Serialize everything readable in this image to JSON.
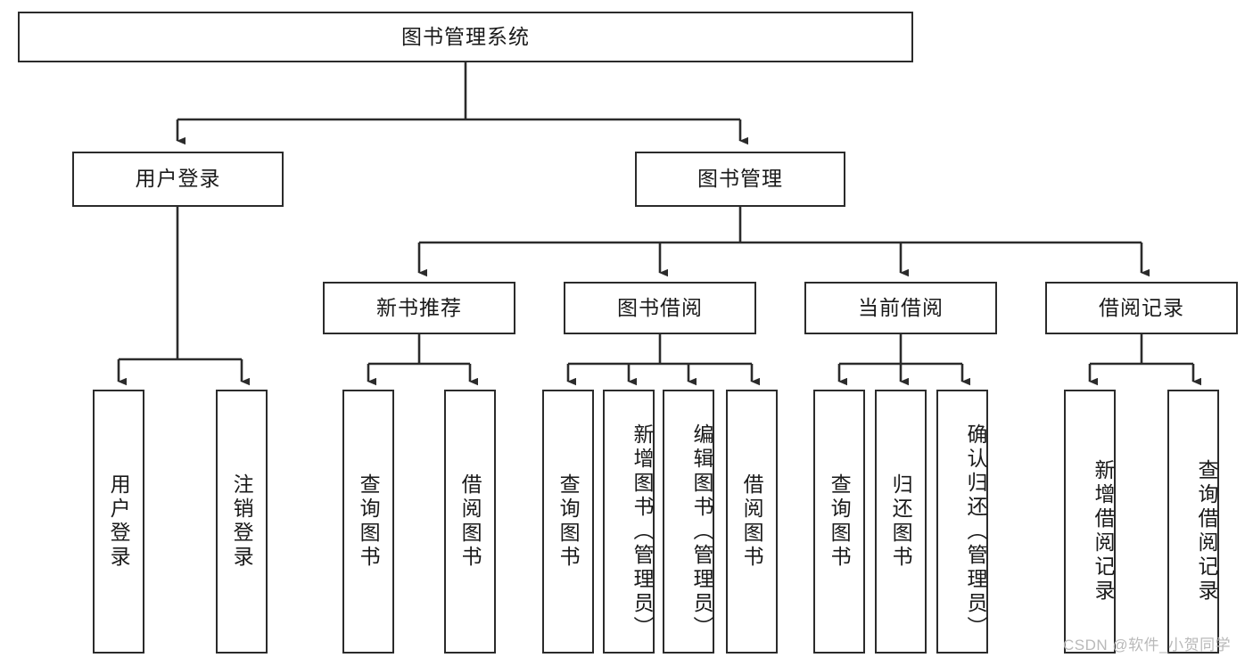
{
  "diagram": {
    "kind": "tree-hierarchy-chart",
    "title": "图书管理系统",
    "watermark": "CSDN @软件_小贺同学",
    "colors": {
      "background": "#ffffff",
      "node_border": "#2b2b2b",
      "node_fill": "#ffffff",
      "edge": "#2b2b2b",
      "text": "#1a1a1a",
      "watermark": "#b9b9b9"
    },
    "nodes": {
      "root": {
        "label": "图书管理系统"
      },
      "level2": [
        {
          "id": "user-login",
          "label": "用户登录"
        },
        {
          "id": "book-manage",
          "label": "图书管理"
        }
      ],
      "level3": [
        {
          "id": "new-book-recommend",
          "label": "新书推荐"
        },
        {
          "id": "book-borrow",
          "label": "图书借阅"
        },
        {
          "id": "current-borrow",
          "label": "当前借阅"
        },
        {
          "id": "borrow-record",
          "label": "借阅记录"
        }
      ],
      "leaves": {
        "user-login": [
          {
            "id": "leaf-user-login",
            "label": "用户登录"
          },
          {
            "id": "leaf-user-logout",
            "label": "注销登录"
          }
        ],
        "new-book-recommend": [
          {
            "id": "leaf-query-book-1",
            "label": "查询图书"
          },
          {
            "id": "leaf-borrow-book-1",
            "label": "借阅图书"
          }
        ],
        "book-borrow": [
          {
            "id": "leaf-query-book-2",
            "label": "查询图书"
          },
          {
            "id": "leaf-add-book",
            "label": "新增图书（管理员）"
          },
          {
            "id": "leaf-edit-book",
            "label": "编辑图书（管理员）"
          },
          {
            "id": "leaf-borrow-book-2",
            "label": "借阅图书"
          }
        ],
        "current-borrow": [
          {
            "id": "leaf-query-book-3",
            "label": "查询图书"
          },
          {
            "id": "leaf-return-book",
            "label": "归还图书"
          },
          {
            "id": "leaf-confirm-return",
            "label": "确认归还（管理员）"
          }
        ],
        "borrow-record": [
          {
            "id": "leaf-add-record",
            "label": "新增借阅记录"
          },
          {
            "id": "leaf-query-record",
            "label": "查询借阅记录"
          }
        ]
      }
    }
  }
}
